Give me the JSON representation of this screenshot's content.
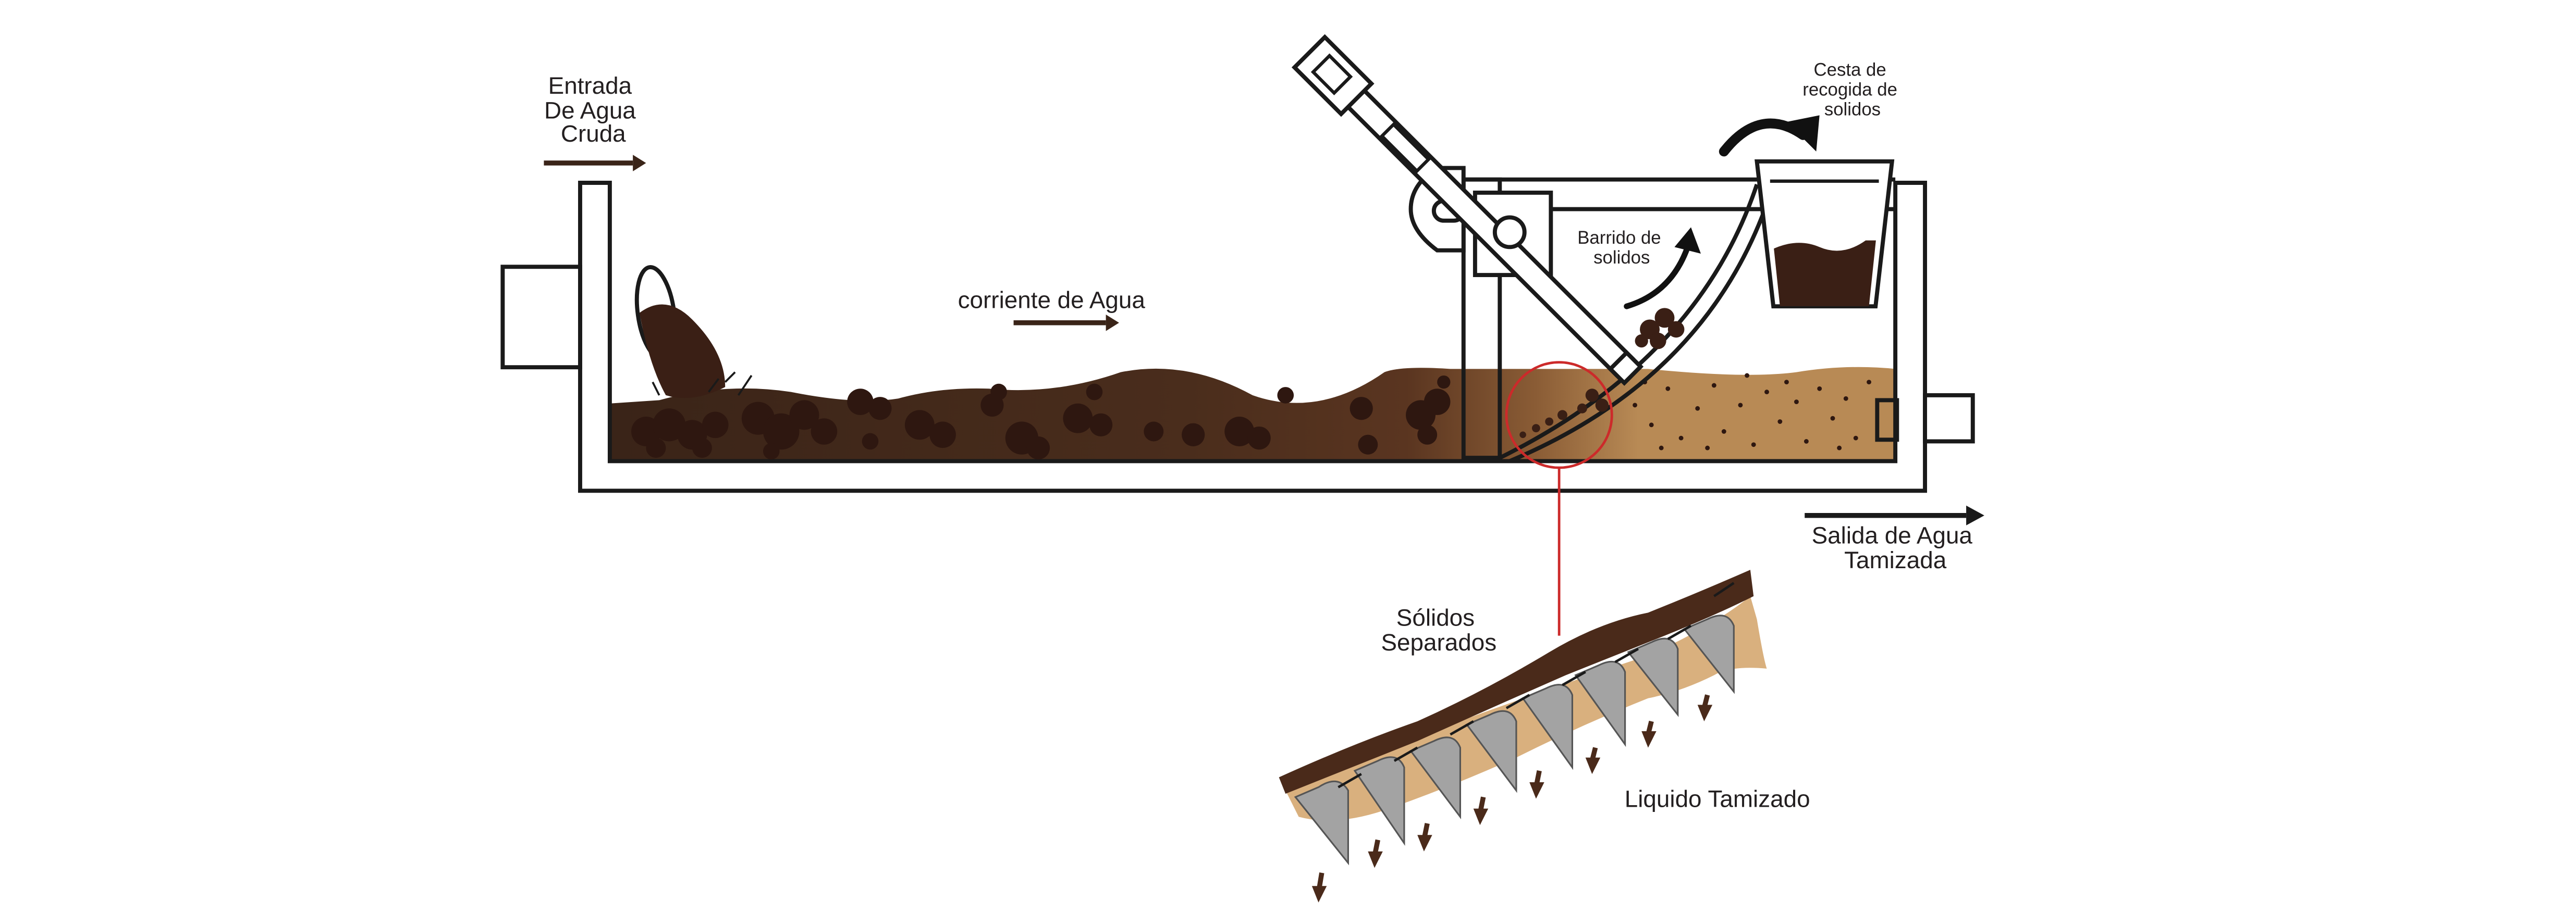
{
  "labels": {
    "inlet": [
      "Entrada",
      "De Agua",
      "Cruda"
    ],
    "stream": "corriente de Agua",
    "basket": [
      "Cesta de",
      "recogida de",
      "solidos"
    ],
    "sweep": [
      "Barrido de",
      "solidos"
    ],
    "outlet": [
      "Salida de Agua",
      "Tamizada"
    ],
    "separated": [
      "Sólidos",
      "Separados"
    ],
    "filtered": "Liquido Tamizado"
  },
  "colors": {
    "line": "#1a1a1a",
    "water_dark": "#3a2418",
    "water_mid": "#5a3520",
    "water_light": "#b88a55",
    "solids": "#3a1f15",
    "callout": "#cc2a2a",
    "screen_grey": "#a3a3a3",
    "sand": "#d9b07e"
  },
  "icons": {
    "inlet_arrow": "arrow-right-icon",
    "stream_arrow": "arrow-right-icon",
    "outlet_arrow": "arrow-right-icon",
    "basket_arrow": "curved-arrow-icon",
    "sweep_arrow": "curved-arrow-icon"
  }
}
